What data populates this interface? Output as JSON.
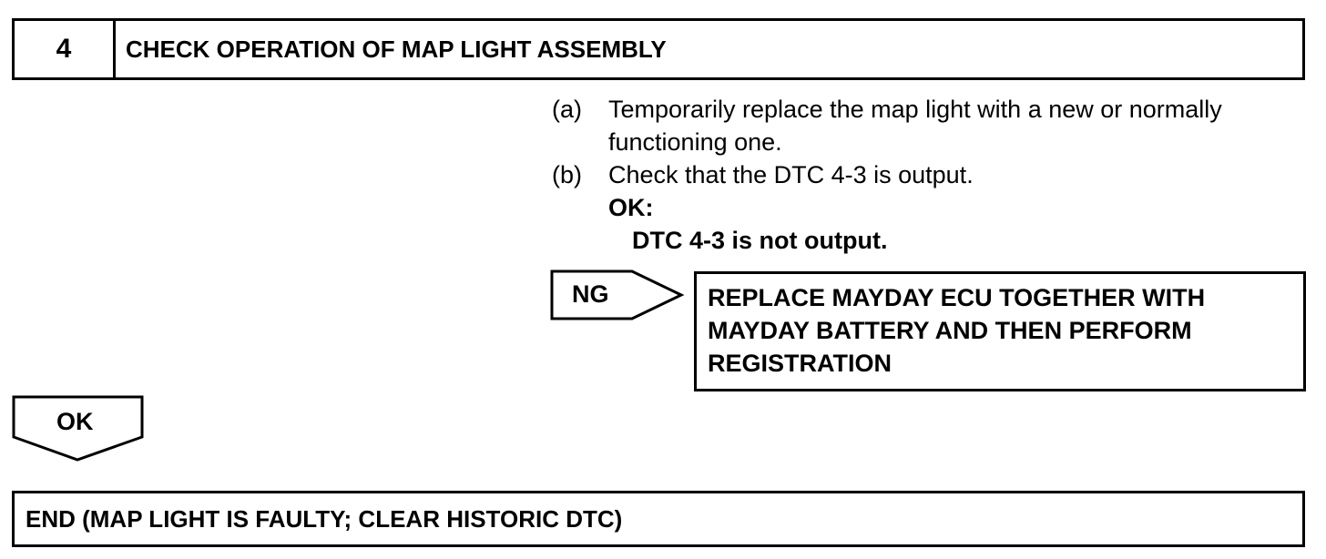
{
  "step": {
    "number": "4",
    "title": "CHECK OPERATION OF MAP LIGHT ASSEMBLY"
  },
  "instructions": {
    "a_tag": "(a)",
    "a_line1": "Temporarily replace the map light with a new or normally",
    "a_line2": "functioning one.",
    "b_tag": "(b)",
    "b_text": "Check that the DTC 4-3 is output.",
    "ok_label": "OK:",
    "ok_text": "DTC 4-3 is not output."
  },
  "ng": {
    "label": "NG",
    "line1": "REPLACE MAYDAY ECU TOGETHER WITH",
    "line2": "MAYDAY BATTERY AND THEN PERFORM",
    "line3": "REGISTRATION"
  },
  "ok_arrow": {
    "label": "OK"
  },
  "end": {
    "text": "END (MAP LIGHT IS FAULTY; CLEAR HISTORIC DTC)"
  }
}
